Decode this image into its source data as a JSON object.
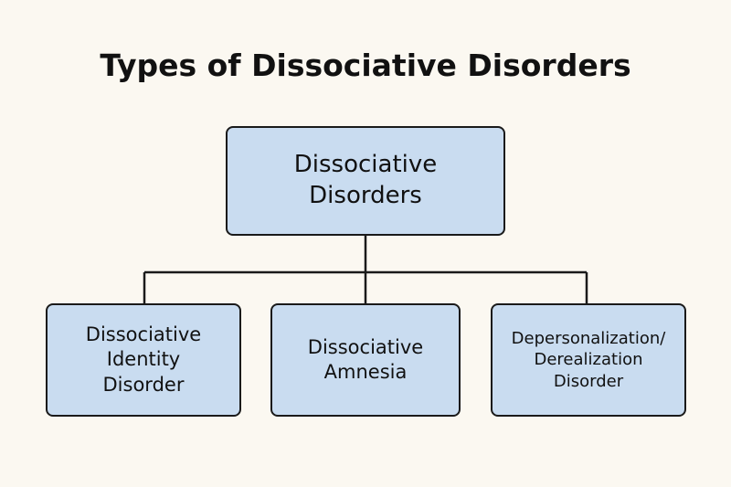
{
  "title": "Types of Dissociative Disorders",
  "root": {
    "line1": "Dissociative",
    "line2": "Disorders"
  },
  "children": [
    {
      "lines": [
        "Dissociative",
        "Identity",
        "Disorder"
      ]
    },
    {
      "lines": [
        "Dissociative",
        "Amnesia"
      ]
    },
    {
      "lines": [
        "Depersonalization/",
        "Derealization",
        "Disorder"
      ]
    }
  ]
}
